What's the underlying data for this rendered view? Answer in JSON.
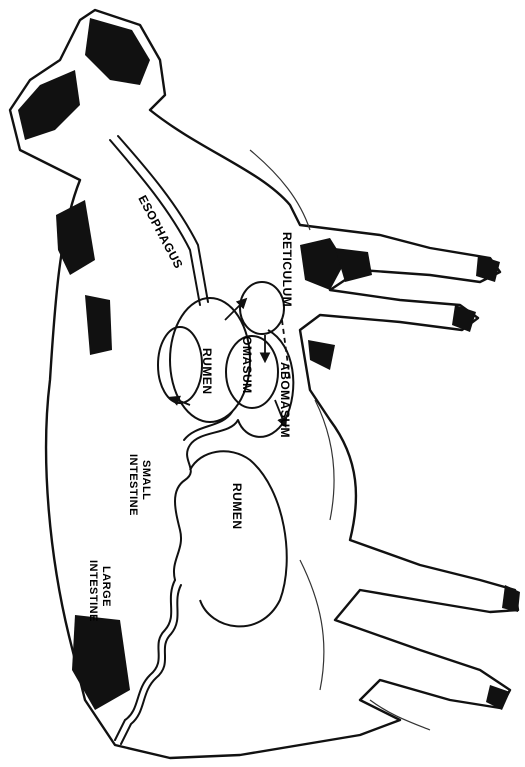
{
  "labels": {
    "esophagus": "ESOPHAGUS",
    "reticulum": "RETICULUM",
    "rumen_upper": "RUMEN",
    "omasum": "OMASUM",
    "abomasum": "ABOMASUM",
    "small_intestine_1": "SMALL",
    "small_intestine_2": "INTESTINE",
    "rumen_lower": "RUMEN",
    "large_intestine_1": "LARGE",
    "large_intestine_2": "INTESTINE"
  }
}
